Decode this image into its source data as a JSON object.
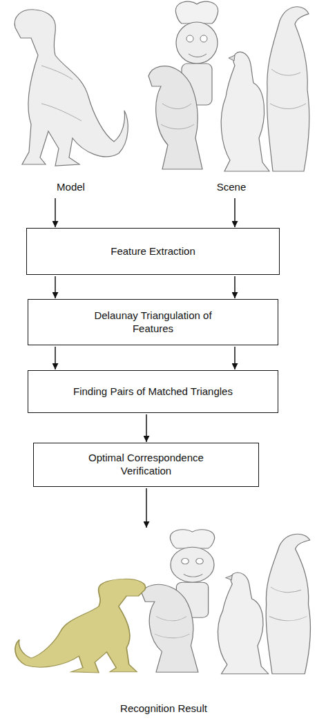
{
  "diagram": {
    "nodes": [
      {
        "text": [
          "Model"
        ]
      },
      {
        "text": [
          "Scene"
        ]
      },
      {
        "text": [
          "Feature Extraction"
        ]
      },
      {
        "text": [
          "Delaunay Triangulation of Features"
        ]
      },
      {
        "text": [
          "Finding Pairs of Matched Triangles"
        ]
      },
      {
        "text": [
          "Optimal Correspondence Verification"
        ]
      },
      {
        "text": [
          "Recognition Result"
        ]
      }
    ],
    "edges": [
      {
        "from": 0,
        "to": 2,
        "arrow": "to"
      },
      {
        "from": 1,
        "to": 2,
        "arrow": "to"
      },
      {
        "from": 2,
        "to": 3,
        "arrow": "to"
      },
      {
        "from": 2,
        "to": 3,
        "arrow": "to"
      },
      {
        "from": 3,
        "to": 4,
        "arrow": "to"
      },
      {
        "from": 3,
        "to": 4,
        "arrow": "to"
      },
      {
        "from": 4,
        "to": 5,
        "arrow": "to"
      },
      {
        "from": 5,
        "to": 6,
        "arrow": "to"
      }
    ]
  }
}
